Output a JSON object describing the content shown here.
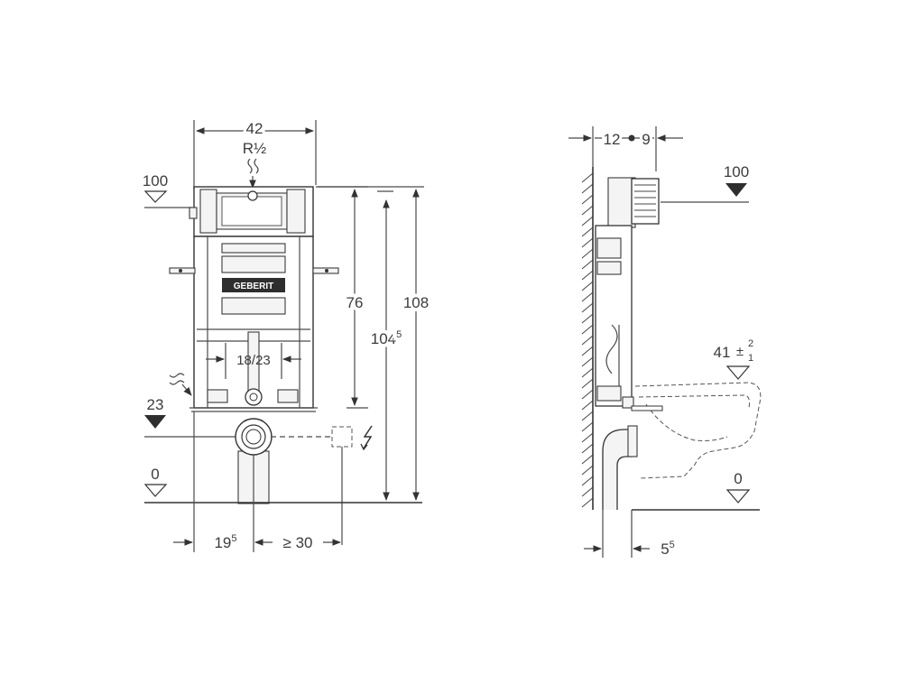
{
  "front_view": {
    "width_label": "42",
    "connection_label": "R½",
    "level_top_label": "100",
    "level_mid_label": "23",
    "level_floor_label": "0",
    "height_76_label": "76",
    "height_1045_main": "104",
    "height_1045_sup": "5",
    "height_108_label": "108",
    "inner_span_label": "18/23",
    "offset_195_main": "19",
    "offset_195_sup": "5",
    "offset_30_label": "≥ 30",
    "brand_label": "GEBERIT"
  },
  "side_view": {
    "depth_left_label": "12",
    "depth_right_label": "9",
    "level_top_label": "100",
    "seat_level_main": "41",
    "seat_level_plus": "2",
    "seat_level_minus": "1",
    "seat_level_pm": "±",
    "level_floor_label": "0",
    "pipe_offset_main": "5",
    "pipe_offset_sup": "5"
  },
  "icons": {
    "water_supply": "water-supply-icon",
    "electric": "electric-lightning-icon",
    "drain": "drain-wave-icon"
  },
  "colors": {
    "line": "#3c3c3c",
    "hatch": "#444444",
    "fill_dark": "#2e2e2e"
  }
}
